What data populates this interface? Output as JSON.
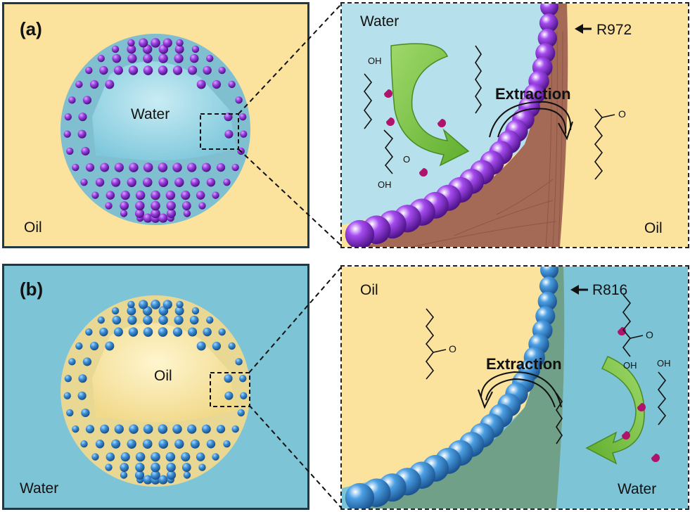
{
  "panel_a": {
    "label": "(a)",
    "inner_phase": "Water",
    "outer_phase": "Oil",
    "zoom": {
      "top_phase": "Water",
      "particle_label": "R972",
      "action": "Extraction",
      "outside_phase": "Oil"
    },
    "colors": {
      "background": "#fbe29d",
      "particle": "#8a2fc9",
      "core": "#9fd7e6"
    }
  },
  "panel_b": {
    "label": "(b)",
    "inner_phase": "Oil",
    "outer_phase": "Water",
    "zoom": {
      "top_phase": "Oil",
      "particle_label": "R816",
      "action": "Extraction",
      "outside_phase": "Water"
    },
    "colors": {
      "background": "#7cc4d6",
      "particle": "#3d8fd2",
      "core": "#f6e3a0"
    }
  },
  "molecule_labels": {
    "hydroxyl": "OH",
    "oxygen": "O"
  }
}
